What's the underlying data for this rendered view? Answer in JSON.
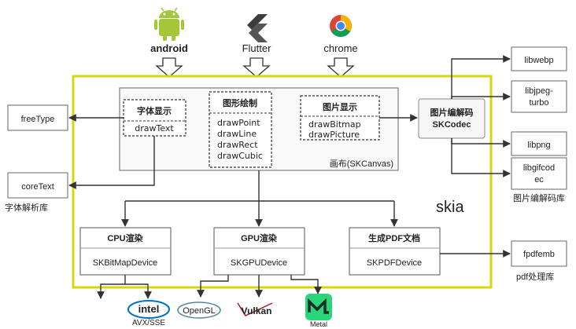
{
  "platforms": {
    "android": "android",
    "flutter": "Flutter",
    "chrome": "chrome"
  },
  "main": {
    "skia_label": "skia",
    "canvas": {
      "caption": "画布(SKCanvas)",
      "font": {
        "title": "字体显示",
        "items": [
          "drawText"
        ]
      },
      "shape": {
        "title": "图形绘制",
        "items": [
          "drawPoint",
          "drawLine",
          "drawRect",
          "drawCubic"
        ]
      },
      "image": {
        "title": "图片显示",
        "items": [
          "drawBitmap",
          "drawPicture"
        ]
      }
    },
    "codec": {
      "line1": "图片编解码",
      "line2": "SKCodec"
    },
    "devices": [
      {
        "title": "CPU渲染",
        "name": "SKBitMapDevice"
      },
      {
        "title": "GPU渲染",
        "name": "SKGPUDevice"
      },
      {
        "title": "生成PDF文档",
        "name": "SKPDFDevice"
      }
    ]
  },
  "left": {
    "freetype": "freeType",
    "coretext": "coreText",
    "caption": "字体解析库"
  },
  "right": {
    "codec_libs": [
      "libwebp",
      "libjpeg-\nturbo",
      "libpng",
      "libgifcod\nec"
    ],
    "codec_caption": "图片编解码库",
    "pdf_lib": "fpdfemb",
    "pdf_caption": "pdf处理库"
  },
  "backends": {
    "intel": "intel",
    "intel_sub": "AVX/SSE",
    "opengl": "OpenGL",
    "vulkan": "Vulkan",
    "metal": "Metal"
  },
  "colors": {
    "skia_border": "#d4d80f",
    "android_green": "#a4c639",
    "flutter_blue": "#444444",
    "vulkan_red": "#a41e22",
    "opengl_blue": "#5586a4",
    "intel_blue": "#0071c5",
    "metal_green": "#2bd67b"
  }
}
